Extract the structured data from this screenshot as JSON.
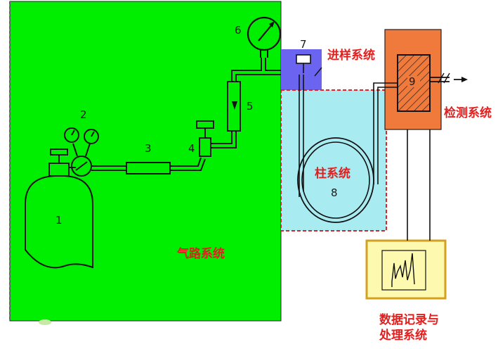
{
  "labels": {
    "gas_system": "气路系统",
    "injection_system": "进样系统",
    "column_system": "柱系统",
    "detection_system": "检测系统",
    "data_system_line1": "数据记录与",
    "data_system_line2": "处理系统"
  },
  "numbers": {
    "cylinder": "1",
    "regulator": "2",
    "purifier": "3",
    "needle_valve": "4",
    "flowmeter": "5",
    "pressure_gauge": "6",
    "injector": "7",
    "column": "8",
    "detector": "9"
  },
  "colors": {
    "gas_system_bg": "#00ee00",
    "injection_bg": "#6b64f0",
    "column_bg": "#a8ecf2",
    "detection_bg": "#f07a3c",
    "recorder_bg": "#fdfab0",
    "label_red": "#e0201f"
  }
}
